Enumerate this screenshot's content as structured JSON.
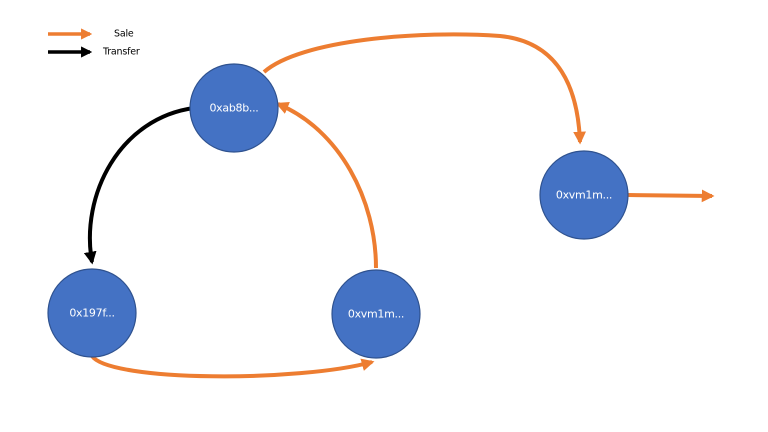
{
  "colors": {
    "sale": "#ED7D31",
    "transfer": "#000000",
    "node_fill": "#4472C4",
    "node_stroke": "#2F528F",
    "node_text": "#FFFFFF"
  },
  "legend": {
    "sale_label": "Sale",
    "transfer_label": "Transfer"
  },
  "nodes": {
    "top": {
      "label": "0xab8b..."
    },
    "left": {
      "label": "0x197f..."
    },
    "bottom_right": {
      "label": "0xvm1m..."
    },
    "right": {
      "label": "0xvm1m..."
    }
  },
  "edges": [
    {
      "from": "top",
      "to": "right",
      "type": "Sale"
    },
    {
      "from": "top",
      "to": "left",
      "type": "Transfer"
    },
    {
      "from": "left",
      "to": "bottom_right",
      "type": "Sale"
    },
    {
      "from": "bottom_right",
      "to": "top",
      "type": "Sale"
    },
    {
      "from": "right",
      "to": "outgoing",
      "type": "Sale"
    }
  ]
}
